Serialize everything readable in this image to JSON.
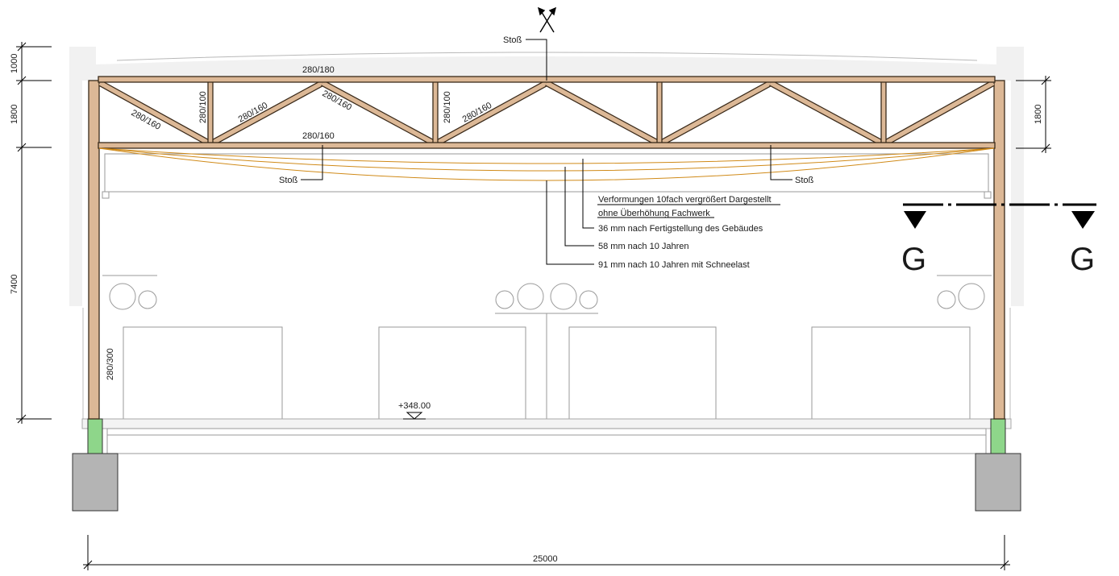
{
  "labels": {
    "top_chord": "280/180",
    "bottom_chord": "280/160",
    "diag_left": "280/160",
    "diag_mid1": "280/160",
    "diag_mid2": "280/160",
    "diag_mid3": "280/160",
    "vert_left": "280/100",
    "vert_mid": "280/100",
    "column": "280/300",
    "stoss_top": "Stoß",
    "stoss_left": "Stoß",
    "stoss_right": "Stoß",
    "elevation": "+348.00"
  },
  "annotations": {
    "line1": "Verformungen 10fach vergrößert Dargestellt",
    "line2": "ohne Überhöhung Fachwerk",
    "line3": "36 mm nach Fertigstellung des Gebäudes",
    "line4": "58 mm nach 10 Jahren",
    "line5": "91 mm nach 10 Jahren mit Schneelast"
  },
  "dimensions": {
    "left_top": "1000",
    "left_mid": "1800",
    "left_bottom": "7400",
    "right_mid": "1800",
    "bottom": "25000"
  },
  "section": {
    "left": "G",
    "right": "G"
  },
  "colors": {
    "wood": "#dcb896",
    "deflection": "#d08a18",
    "support": "#8ed68a",
    "foundation": "#b4b4b4"
  }
}
